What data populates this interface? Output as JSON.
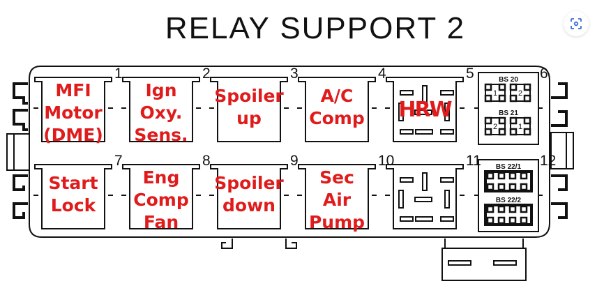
{
  "title": "RELAY SUPPORT 2",
  "colors": {
    "label": "#e01b1b",
    "line": "#111111",
    "lens_icon": "#3b6fd1"
  },
  "lens_button": {
    "icon": "image-search-icon"
  },
  "slots": [
    {
      "number": "1",
      "type": "relay",
      "label_lines": [
        "MFI",
        "Motor",
        "(DME)"
      ]
    },
    {
      "number": "2",
      "type": "relay",
      "label_lines": [
        "Ign",
        "Oxy.",
        "Sens."
      ]
    },
    {
      "number": "3",
      "type": "relay",
      "label_lines": [
        "Spoiler",
        "up"
      ]
    },
    {
      "number": "4",
      "type": "relay",
      "label_lines": [
        "A/C",
        "Comp"
      ]
    },
    {
      "number": "5",
      "type": "socket",
      "label_lines": [
        "HRW"
      ]
    },
    {
      "number": "6",
      "type": "connector",
      "connectors": [
        {
          "name": "BS 20",
          "pins": [
            "1",
            "2"
          ]
        },
        {
          "name": "BS 21",
          "pins": [
            "2",
            "1"
          ]
        }
      ]
    },
    {
      "number": "7",
      "type": "relay",
      "label_lines": [
        "Start",
        "Lock"
      ]
    },
    {
      "number": "8",
      "type": "relay",
      "label_lines": [
        "Eng",
        "Comp",
        "Fan"
      ]
    },
    {
      "number": "9",
      "type": "relay",
      "label_lines": [
        "Spoiler",
        "down"
      ]
    },
    {
      "number": "10",
      "type": "relay",
      "label_lines": [
        "Sec",
        "Air",
        "Pump"
      ]
    },
    {
      "number": "11",
      "type": "socket",
      "label_lines": []
    },
    {
      "number": "12",
      "type": "connector",
      "connectors": [
        {
          "name": "BS 22/1"
        },
        {
          "name": "BS 22/2"
        }
      ]
    }
  ]
}
